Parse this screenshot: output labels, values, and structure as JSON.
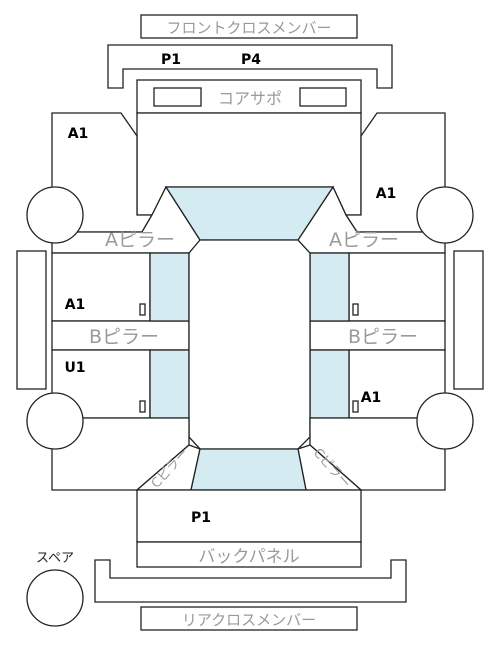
{
  "colors": {
    "glass": "#d4ebf2",
    "line": "#222222",
    "part_label": "#9a9a9a",
    "code": "#000000"
  },
  "parts": {
    "front_cross_member": "フロントクロスメンバー",
    "core_support": "コアサポ",
    "a_pillar_left": "Aピラー",
    "a_pillar_right": "Aピラー",
    "b_pillar_left": "Bピラー",
    "b_pillar_right": "Bピラー",
    "c_pillar_left": "Cピラー",
    "c_pillar_right": "Cピラー",
    "back_panel": "バックパネル",
    "rear_cross_member": "リアクロスメンバー",
    "spare": "スペア"
  },
  "codes": {
    "front_member_1": "P1",
    "front_member_2": "P4",
    "front_left_fender": "A1",
    "front_right_fender": "A1",
    "left_front_door": "A1",
    "left_rear_door": "U1",
    "right_rear_door": "A1",
    "back_panel": "P1"
  }
}
